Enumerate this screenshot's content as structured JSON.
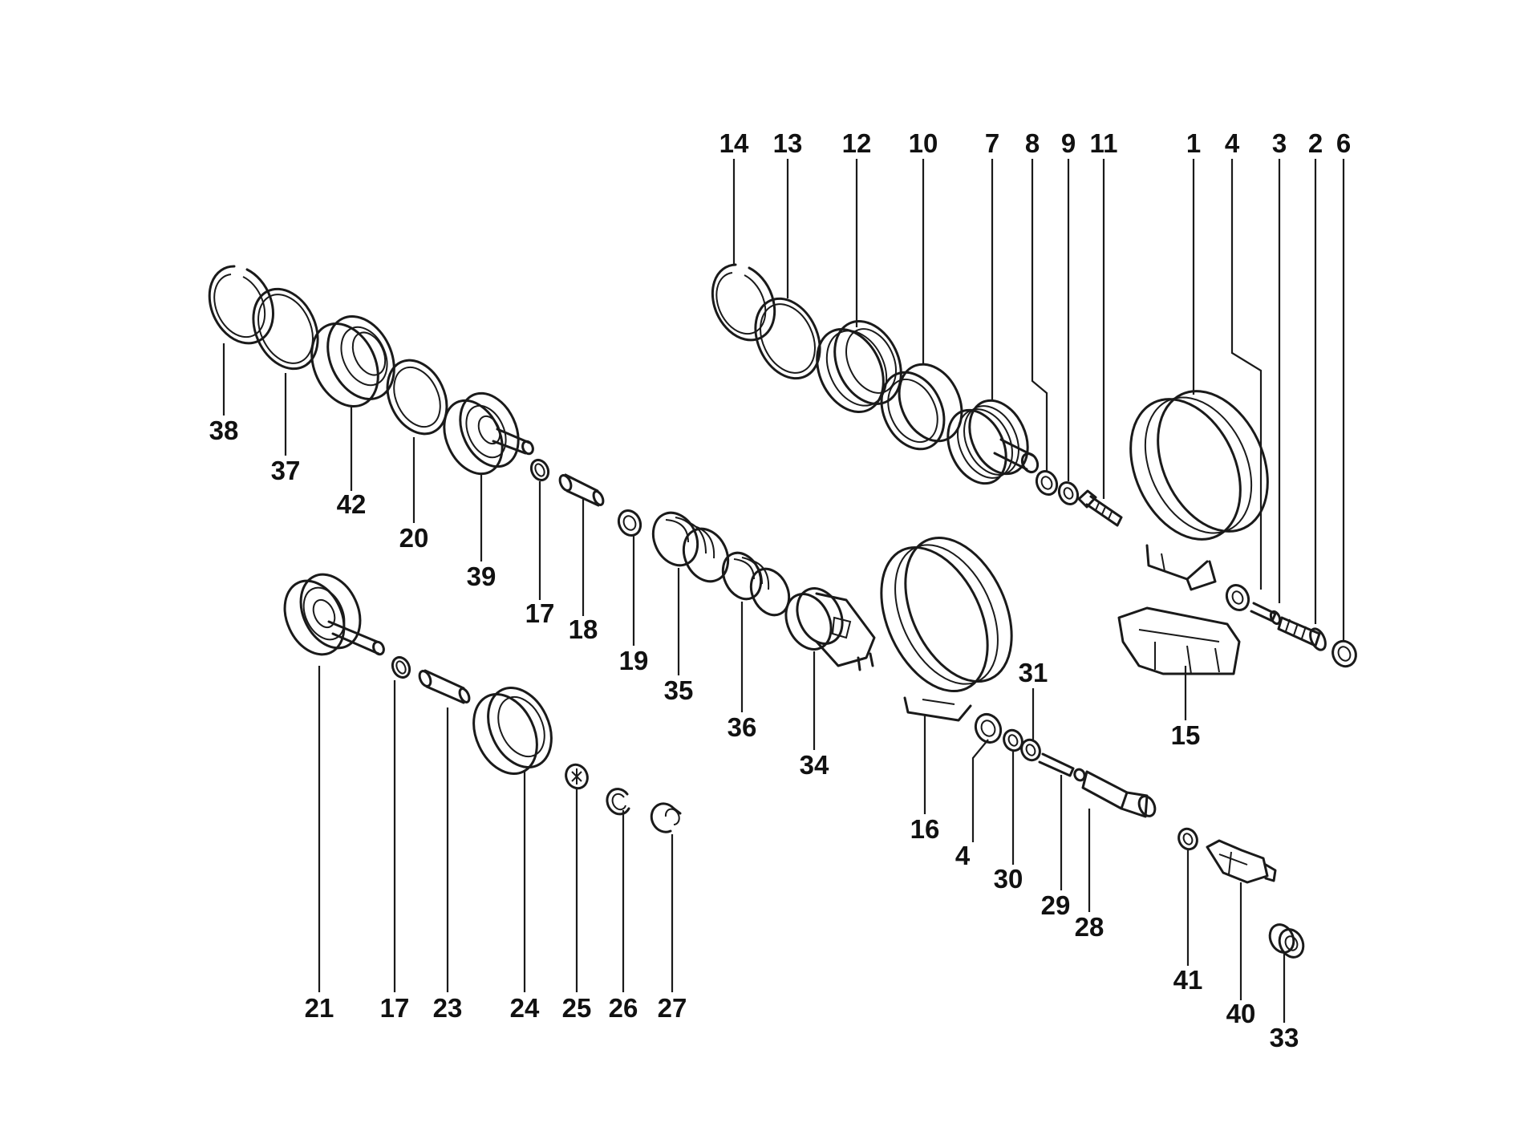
{
  "callouts": [
    {
      "id": "c14",
      "text": "14"
    },
    {
      "id": "c13",
      "text": "13"
    },
    {
      "id": "c12",
      "text": "12"
    },
    {
      "id": "c10",
      "text": "10"
    },
    {
      "id": "c7",
      "text": "7"
    },
    {
      "id": "c8",
      "text": "8"
    },
    {
      "id": "c9",
      "text": "9"
    },
    {
      "id": "c11",
      "text": "11"
    },
    {
      "id": "c1",
      "text": "1"
    },
    {
      "id": "c4a",
      "text": "4"
    },
    {
      "id": "c3",
      "text": "3"
    },
    {
      "id": "c2",
      "text": "2"
    },
    {
      "id": "c6",
      "text": "6"
    },
    {
      "id": "c38",
      "text": "38"
    },
    {
      "id": "c37",
      "text": "37"
    },
    {
      "id": "c42",
      "text": "42"
    },
    {
      "id": "c20",
      "text": "20"
    },
    {
      "id": "c39",
      "text": "39"
    },
    {
      "id": "c17a",
      "text": "17"
    },
    {
      "id": "c18",
      "text": "18"
    },
    {
      "id": "c19",
      "text": "19"
    },
    {
      "id": "c35",
      "text": "35"
    },
    {
      "id": "c36",
      "text": "36"
    },
    {
      "id": "c34",
      "text": "34"
    },
    {
      "id": "c15",
      "text": "15"
    },
    {
      "id": "c31",
      "text": "31"
    },
    {
      "id": "c16",
      "text": "16"
    },
    {
      "id": "c4b",
      "text": "4"
    },
    {
      "id": "c30",
      "text": "30"
    },
    {
      "id": "c29",
      "text": "29"
    },
    {
      "id": "c28",
      "text": "28"
    },
    {
      "id": "c41",
      "text": "41"
    },
    {
      "id": "c40",
      "text": "40"
    },
    {
      "id": "c33",
      "text": "33"
    },
    {
      "id": "c21",
      "text": "21"
    },
    {
      "id": "c17b",
      "text": "17"
    },
    {
      "id": "c23",
      "text": "23"
    },
    {
      "id": "c24",
      "text": "24"
    },
    {
      "id": "c25",
      "text": "25"
    },
    {
      "id": "c26",
      "text": "26"
    },
    {
      "id": "c27",
      "text": "27"
    }
  ]
}
